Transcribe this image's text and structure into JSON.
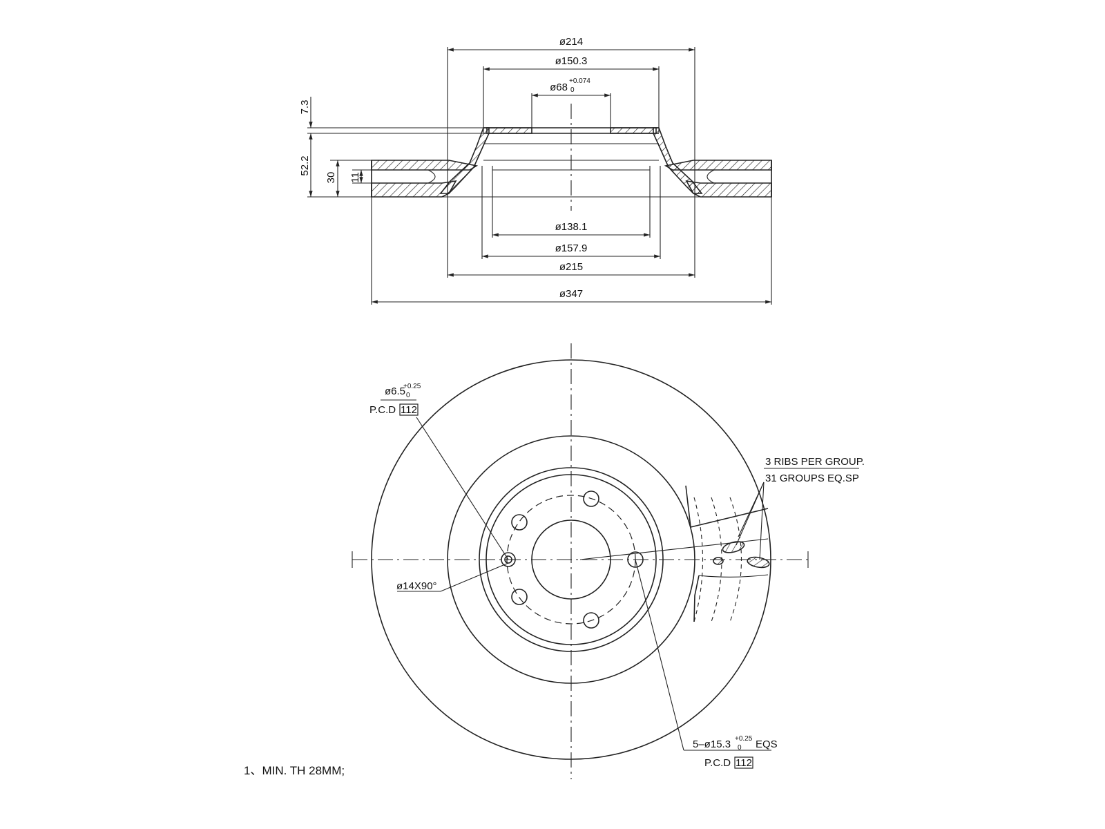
{
  "side_view": {
    "dims": {
      "d214": "ø214",
      "d150_3": "ø150.3",
      "d68": "ø68",
      "d68_tol_upper": "+0.074",
      "d68_tol_lower": "0",
      "d138_1": "ø138.1",
      "d157_9": "ø157.9",
      "d215": "ø215",
      "d347": "ø347",
      "h7_3": "7.3",
      "h52_2": "52.2",
      "h30": "30",
      "h11": "11"
    }
  },
  "front_view": {
    "hole_callout": {
      "dia": "ø6.5",
      "tol_upper": "+0.25",
      "tol_lower": "0",
      "pcd_label": "P.C.D",
      "pcd_value": "112"
    },
    "chamfer_label": "ø14X90°",
    "ribs_line1": "3 RIBS PER GROUP.",
    "ribs_line2": "31 GROUPS EQ.SP",
    "bolt_callout": {
      "prefix": "5–ø15.3",
      "tol_upper": "+0.25",
      "tol_lower": "0",
      "suffix": "EQS",
      "pcd_label": "P.C.D",
      "pcd_value": "112"
    }
  },
  "notes": {
    "note1": "1、MIN. TH 28MM;"
  }
}
